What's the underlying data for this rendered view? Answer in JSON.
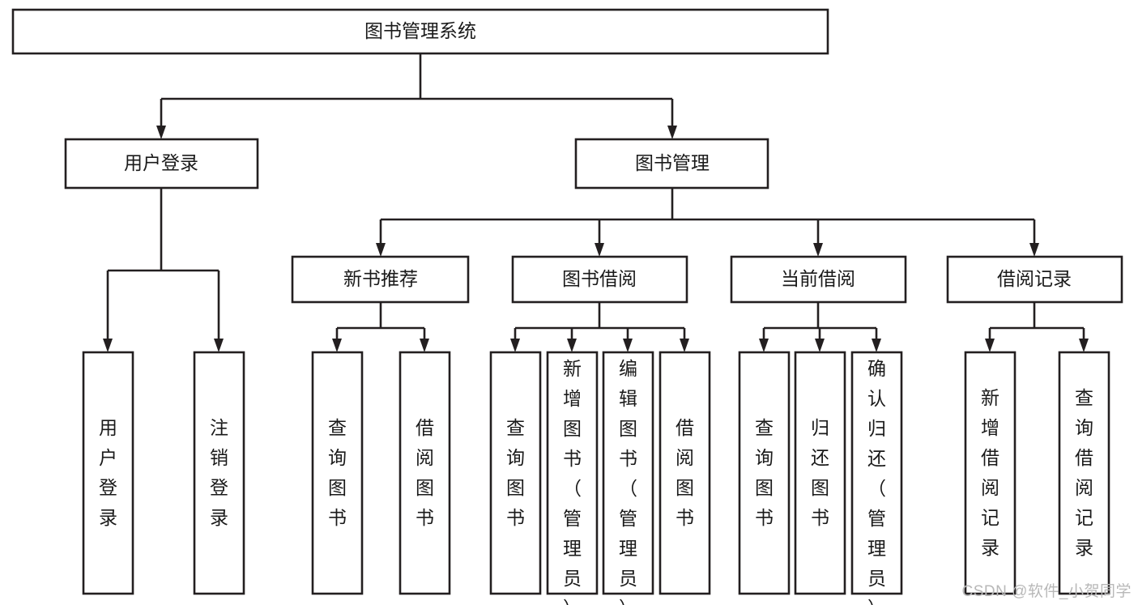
{
  "diagram": {
    "type": "tree-hierarchy-chart",
    "title": "图书管理系统",
    "watermark": "CSDN @软件_小贺同学",
    "colors": {
      "stroke": "#231f20",
      "fill": "#ffffff",
      "text": "#1a1a1a",
      "watermark": "#b8b8b8",
      "background": "#ffffff"
    },
    "levels": [
      {
        "level": 0,
        "nodes": [
          {
            "id": "root",
            "label": "图书管理系统",
            "orientation": "horizontal"
          }
        ]
      },
      {
        "level": 1,
        "nodes": [
          {
            "id": "login",
            "label": "用户登录",
            "orientation": "horizontal",
            "parent": "root"
          },
          {
            "id": "bookmgmt",
            "label": "图书管理",
            "orientation": "horizontal",
            "parent": "root"
          }
        ]
      },
      {
        "level": 2,
        "nodes": [
          {
            "id": "newbook",
            "label": "新书推荐",
            "orientation": "horizontal",
            "parent": "bookmgmt"
          },
          {
            "id": "borrow",
            "label": "图书借阅",
            "orientation": "horizontal",
            "parent": "bookmgmt"
          },
          {
            "id": "current",
            "label": "当前借阅",
            "orientation": "horizontal",
            "parent": "bookmgmt"
          },
          {
            "id": "records",
            "label": "借阅记录",
            "orientation": "horizontal",
            "parent": "bookmgmt"
          }
        ]
      },
      {
        "level": 3,
        "nodes": [
          {
            "id": "leaf-1",
            "label": "用户登录",
            "orientation": "vertical",
            "parent": "login"
          },
          {
            "id": "leaf-2",
            "label": "注销登录",
            "orientation": "vertical",
            "parent": "login"
          },
          {
            "id": "leaf-3",
            "label": "查询图书",
            "orientation": "vertical",
            "parent": "newbook"
          },
          {
            "id": "leaf-4",
            "label": "借阅图书",
            "orientation": "vertical",
            "parent": "newbook"
          },
          {
            "id": "leaf-5",
            "label": "查询图书",
            "orientation": "vertical",
            "parent": "borrow"
          },
          {
            "id": "leaf-6",
            "label": "新增图书（管理员）",
            "orientation": "vertical",
            "parent": "borrow"
          },
          {
            "id": "leaf-7",
            "label": "编辑图书（管理员）",
            "orientation": "vertical",
            "parent": "borrow"
          },
          {
            "id": "leaf-8",
            "label": "借阅图书",
            "orientation": "vertical",
            "parent": "borrow"
          },
          {
            "id": "leaf-9",
            "label": "查询图书",
            "orientation": "vertical",
            "parent": "current"
          },
          {
            "id": "leaf-10",
            "label": "归还图书",
            "orientation": "vertical",
            "parent": "current"
          },
          {
            "id": "leaf-11",
            "label": "确认归还（管理员）",
            "orientation": "vertical",
            "parent": "current"
          },
          {
            "id": "leaf-12",
            "label": "新增借阅记录",
            "orientation": "vertical",
            "parent": "records"
          },
          {
            "id": "leaf-13",
            "label": "查询借阅记录",
            "orientation": "vertical",
            "parent": "records"
          }
        ]
      }
    ]
  }
}
